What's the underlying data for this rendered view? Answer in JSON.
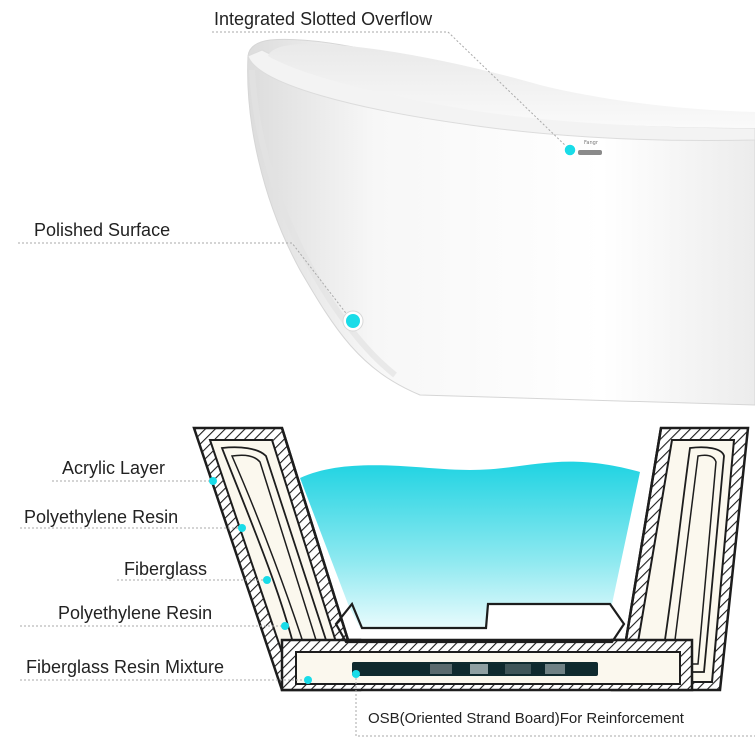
{
  "labels": {
    "overflow": "Integrated Slotted Overflow",
    "surface": "Polished  Surface",
    "acrylic": "Acrylic Layer",
    "poly1": "Polyethylene Resin",
    "fiberglass": "Fiberglass",
    "poly2": "Polyethylene Resin",
    "mixture": "Fiberglass Resin Mixture",
    "osb": "OSB(Oriented Strand Board)For Reinforcement"
  },
  "colors": {
    "marker": "#19dce8",
    "water": "#2fd8e4",
    "shell": "#fbf8ee",
    "line": "#222222"
  }
}
